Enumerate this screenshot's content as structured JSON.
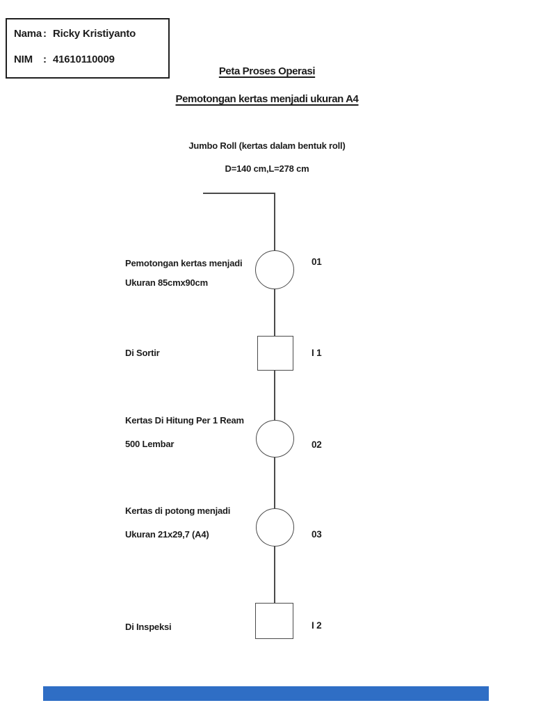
{
  "id_box": {
    "name_label": "Nama",
    "nim_label": "NIM",
    "colon": ":",
    "name_value": "Ricky Kristiyanto",
    "nim_value": "41610110009"
  },
  "titles": {
    "main": "Peta Proses Operasi",
    "subtitle": "Pemotongan kertas menjadi ukuran A4"
  },
  "source": {
    "material": "Jumbo Roll (kertas dalam bentuk roll)",
    "dimensions": "D=140 cm,L=278 cm"
  },
  "flow": {
    "steps": [
      {
        "type": "operation",
        "shape": "circle",
        "label": "01",
        "desc_line1": "Pemotongan kertas menjadi",
        "desc_line2": "Ukuran 85cmx90cm"
      },
      {
        "type": "inspection",
        "shape": "square",
        "label": "I 1",
        "desc_line1": "Di Sortir"
      },
      {
        "type": "operation",
        "shape": "circle",
        "label": "02",
        "desc_line1": "Kertas Di Hitung Per 1 Ream",
        "desc_line2": "500 Lembar"
      },
      {
        "type": "operation",
        "shape": "circle",
        "label": "03",
        "desc_line1": "Kertas di potong menjadi",
        "desc_line2": "Ukuran 21x29,7 (A4)"
      },
      {
        "type": "inspection",
        "shape": "square",
        "label": "I 2",
        "desc_line1": "Di Inspeksi"
      }
    ]
  },
  "colors": {
    "line": "#4a4a4a",
    "text": "#1c1c1c",
    "bottom_bar": "#2f6ec5"
  }
}
